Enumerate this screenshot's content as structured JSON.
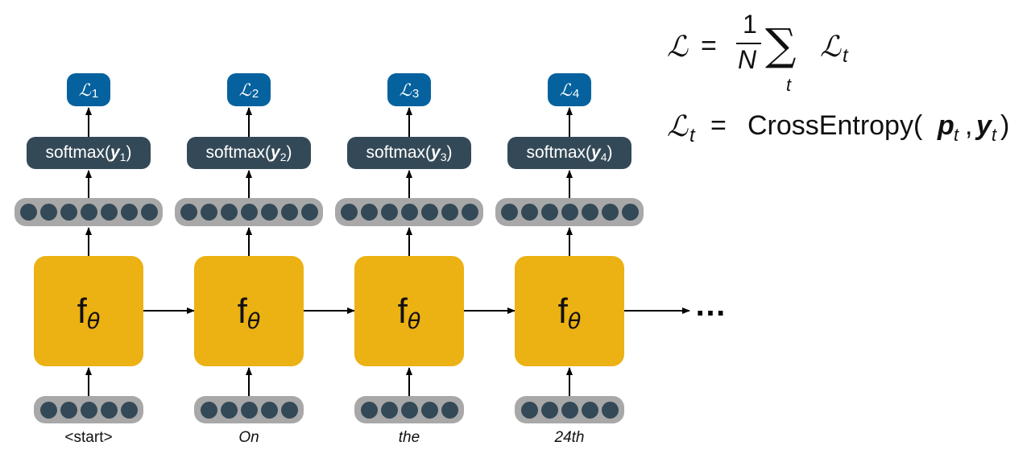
{
  "timesteps": [
    {
      "loss_symbol": "ℒ",
      "loss_index": "1",
      "softmax_fn": "softmax(",
      "softmax_var": "y",
      "softmax_index": "1",
      "softmax_close": ")",
      "cell_fn": "f",
      "cell_param": "θ",
      "input_word": "<start>",
      "input_italic": false
    },
    {
      "loss_symbol": "ℒ",
      "loss_index": "2",
      "softmax_fn": "softmax(",
      "softmax_var": "y",
      "softmax_index": "2",
      "softmax_close": ")",
      "cell_fn": "f",
      "cell_param": "θ",
      "input_word": "On",
      "input_italic": true
    },
    {
      "loss_symbol": "ℒ",
      "loss_index": "3",
      "softmax_fn": "softmax(",
      "softmax_var": "y",
      "softmax_index": "3",
      "softmax_close": ")",
      "cell_fn": "f",
      "cell_param": "θ",
      "input_word": "the",
      "input_italic": true
    },
    {
      "loss_symbol": "ℒ",
      "loss_index": "4",
      "softmax_fn": "softmax(",
      "softmax_var": "y",
      "softmax_index": "4",
      "softmax_close": ")",
      "cell_fn": "f",
      "cell_param": "θ",
      "input_word": "24th",
      "input_italic": true
    }
  ],
  "hidden_units": 7,
  "input_units": 5,
  "continuation": "…",
  "equations": {
    "total_loss": {
      "lhs": "ℒ",
      "equals": "=",
      "frac_num": "1",
      "frac_den": "N",
      "sum": "∑",
      "sum_index": "t",
      "term": "ℒ",
      "term_index": "t"
    },
    "step_loss": {
      "lhs": "ℒ",
      "lhs_index": "t",
      "equals": "=",
      "fn": "CrossEntropy(",
      "arg1": "p",
      "arg1_index": "t",
      "comma": ",",
      "arg2": "y",
      "arg2_index": "t",
      "close": ")"
    }
  },
  "colors": {
    "loss_box": "#05629e",
    "softmax_box": "#344957",
    "hidden_bar": "#a8a8a8",
    "unit_dot": "#344957",
    "cell_box": "#ecb112"
  }
}
